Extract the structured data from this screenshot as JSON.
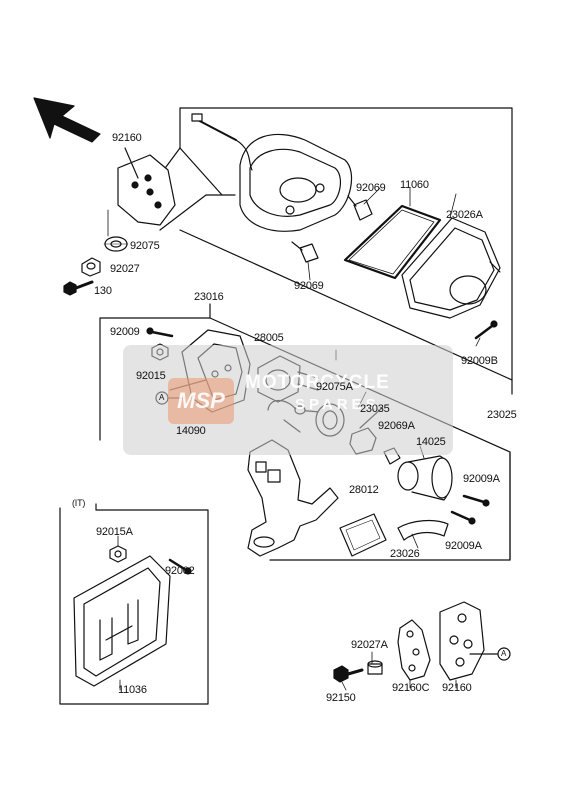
{
  "diagram": {
    "labels": {
      "p92160_top": "92160",
      "p92075_top": "92075",
      "p92027_top": "92027",
      "p130": "130",
      "p92069_a": "92069",
      "p11060": "11060",
      "p23026A": "23026A",
      "p92069_b": "92069",
      "p92009B": "92009B",
      "p23025": "23025",
      "p23016": "23016",
      "p92009": "92009",
      "p28005": "28005",
      "p92015": "92015",
      "p92075A": "92075A",
      "p23035": "23035",
      "p14090": "14090",
      "p92069A": "92069A",
      "p14025": "14025",
      "p92009A_a": "92009A",
      "p28012": "28012",
      "p92009A_b": "92009A",
      "p23026": "23026",
      "p_it": "(IT)",
      "p92015A": "92015A",
      "p92002": "92002",
      "p11036": "11036",
      "p92027A": "92027A",
      "p92150": "92150",
      "p92160C": "92160C",
      "p92160_bot": "92160",
      "marker_a1": "A",
      "marker_a2": "A"
    },
    "watermark": {
      "logo": "MSP",
      "line1": "MOTORCYCLE",
      "line2": "SPARES"
    },
    "colors": {
      "line": "#111111",
      "watermark_panel": "#cdcdcd",
      "watermark_logo": "#eb966e"
    }
  }
}
